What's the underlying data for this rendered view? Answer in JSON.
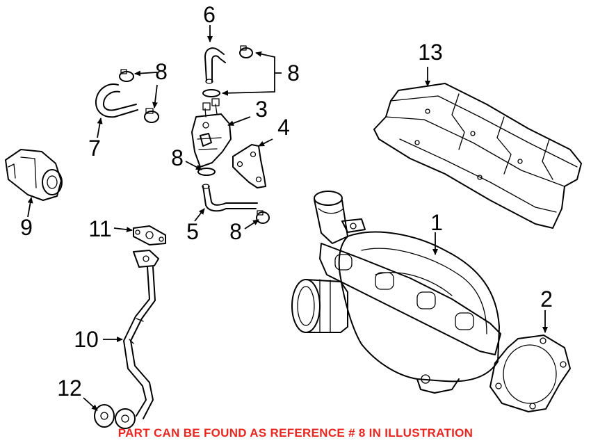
{
  "diagram": {
    "callouts": [
      {
        "id": "c1",
        "label": "1"
      },
      {
        "id": "c2",
        "label": "2"
      },
      {
        "id": "c3",
        "label": "3"
      },
      {
        "id": "c4",
        "label": "4"
      },
      {
        "id": "c5",
        "label": "5"
      },
      {
        "id": "c6",
        "label": "6"
      },
      {
        "id": "c7",
        "label": "7"
      },
      {
        "id": "c8a",
        "label": "8"
      },
      {
        "id": "c8b",
        "label": "8"
      },
      {
        "id": "c8c",
        "label": "8"
      },
      {
        "id": "c8d",
        "label": "8"
      },
      {
        "id": "c9",
        "label": "9"
      },
      {
        "id": "c10",
        "label": "10"
      },
      {
        "id": "c11",
        "label": "11"
      },
      {
        "id": "c12",
        "label": "12"
      },
      {
        "id": "c13",
        "label": "13"
      }
    ],
    "caption": "PART CAN BE FOUND AS REFERENCE # 8 IN ILLUSTRATION",
    "caption_color": "#e8261f"
  }
}
